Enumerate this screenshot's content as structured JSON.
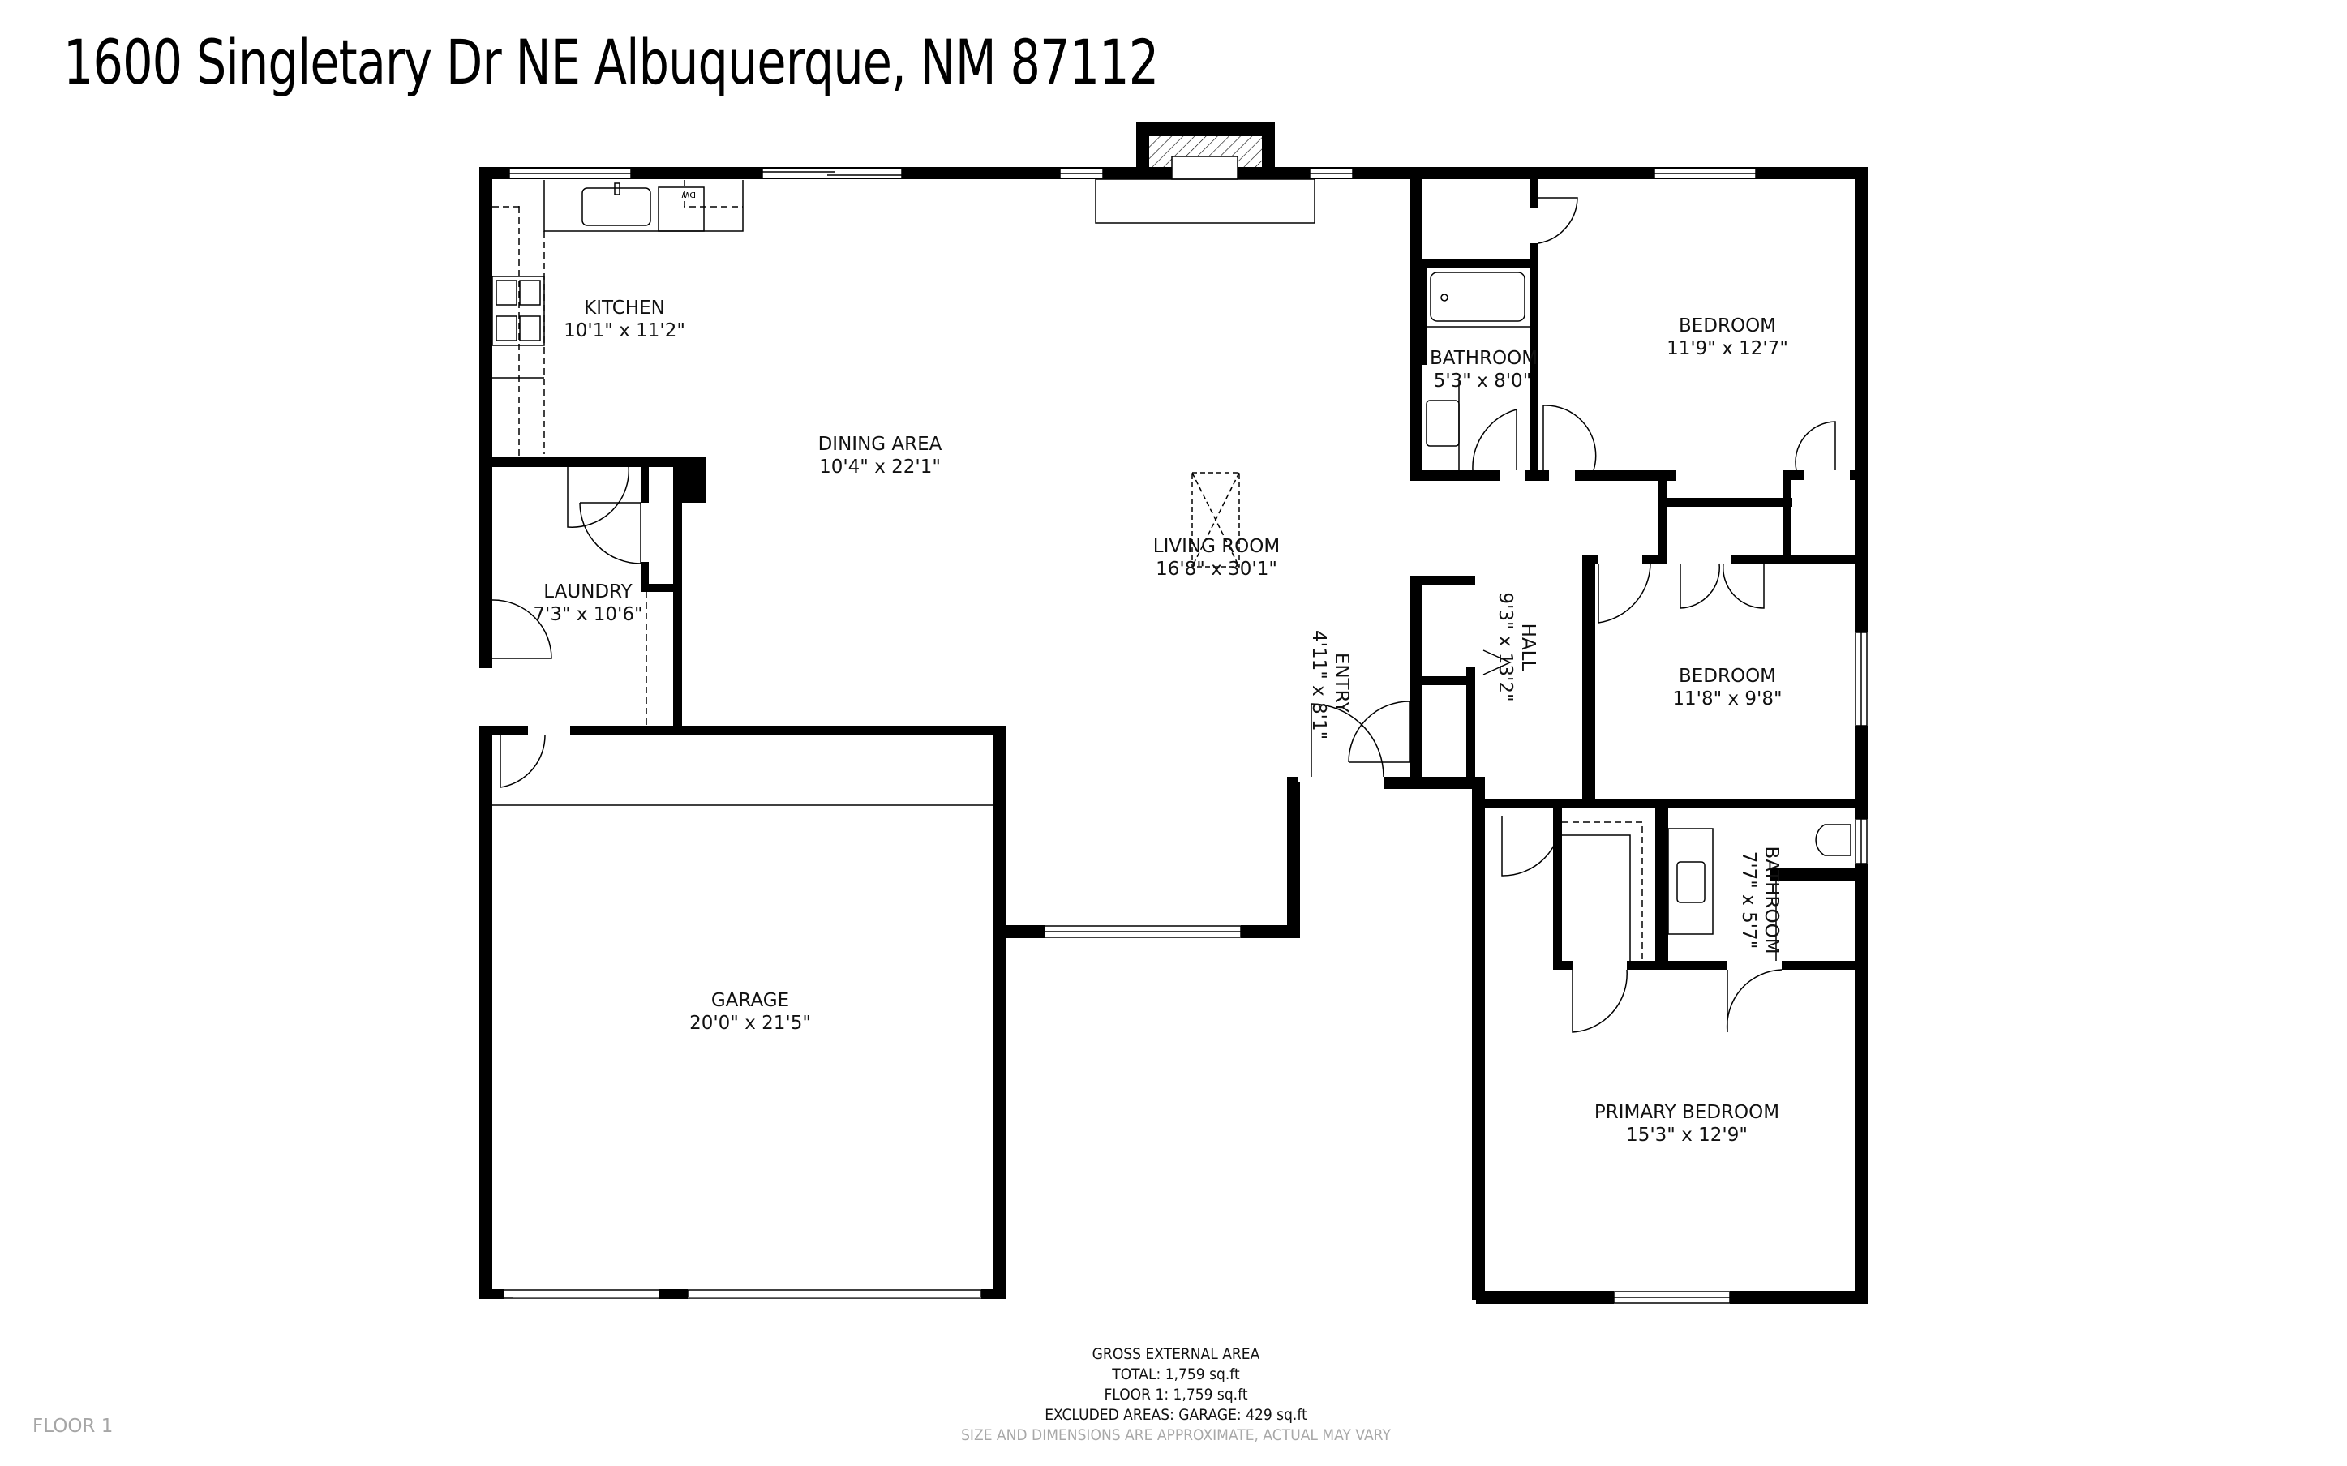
{
  "header": {
    "address": "1600 Singletary Dr NE Albuquerque, NM 87112"
  },
  "floor_label": "FLOOR 1",
  "rooms": [
    {
      "name": "KITCHEN",
      "dimensions": "10'1\" x 11'2\""
    },
    {
      "name": "DINING AREA",
      "dimensions": "10'4\" x 22'1\""
    },
    {
      "name": "LIVING ROOM",
      "dimensions": "16'8\" x 30'1\""
    },
    {
      "name": "LAUNDRY",
      "dimensions": "7'3\" x 10'6\""
    },
    {
      "name": "GARAGE",
      "dimensions": "20'0\" x 21'5\""
    },
    {
      "name": "ENTRY",
      "dimensions": "4'11\" x 8'1\""
    },
    {
      "name": "HALL",
      "dimensions": "9'3\" x 13'2\""
    },
    {
      "name": "BATHROOM",
      "dimensions": "5'3\" x 8'0\""
    },
    {
      "name": "BEDROOM",
      "dimensions": "11'9\" x 12'7\""
    },
    {
      "name": "BEDROOM",
      "dimensions": "11'8\" x 9'8\""
    },
    {
      "name": "BATHROOM",
      "dimensions": "7'7\" x 5'7\""
    },
    {
      "name": "PRIMARY BEDROOM",
      "dimensions": "15'3\" x 12'9\""
    }
  ],
  "fixtures": {
    "dishwasher_label": "DW"
  },
  "area_summary": {
    "heading": "GROSS EXTERNAL AREA",
    "total": "TOTAL: 1,759 sq.ft",
    "floor1": "FLOOR 1: 1,759 sq.ft",
    "excluded": "EXCLUDED AREAS: GARAGE: 429 sq.ft",
    "disclaimer": "SIZE AND DIMENSIONS ARE APPROXIMATE, ACTUAL MAY VARY"
  },
  "colors": {
    "wall": "#000000",
    "background": "#ffffff",
    "muted_text": "#a6a6a6"
  }
}
